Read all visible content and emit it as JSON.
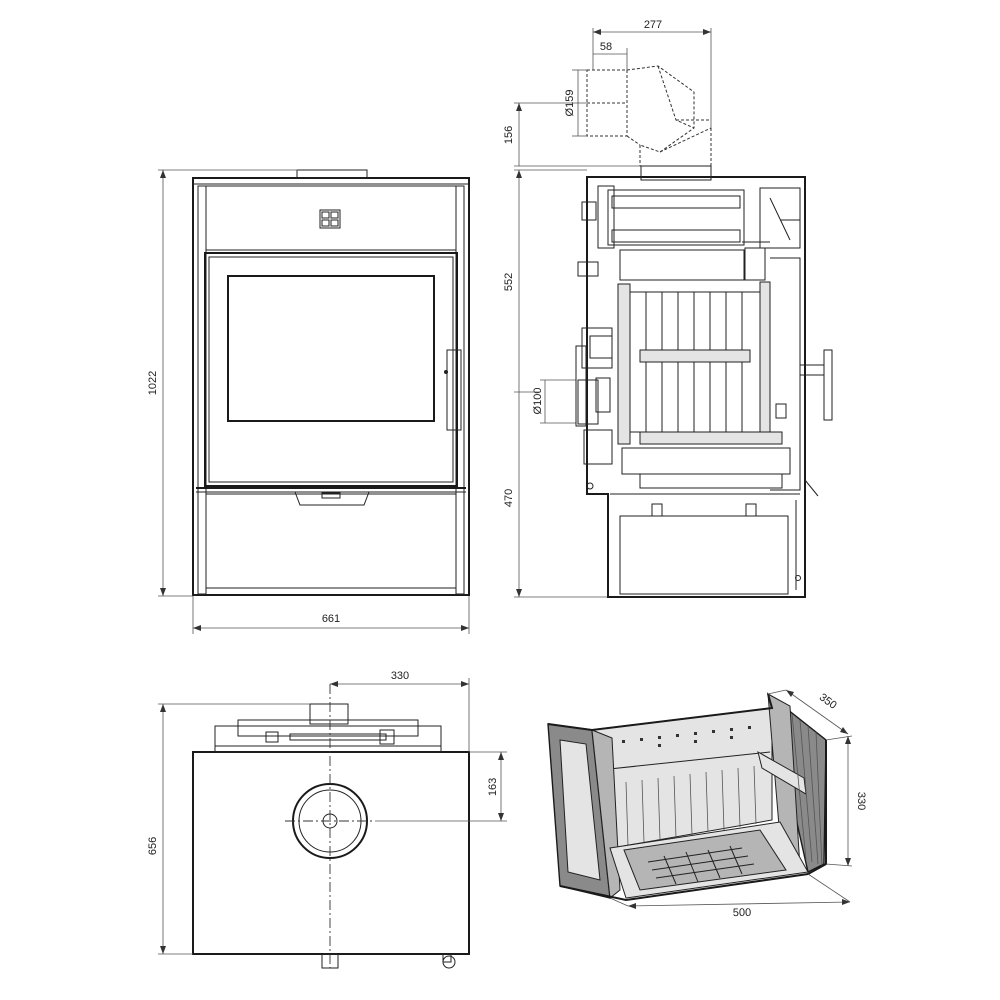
{
  "front_view": {
    "height_label": "1022",
    "width_label": "661"
  },
  "side_view": {
    "flue_offset_label": "277",
    "flue_step_label": "58",
    "flue_diameter_label": "Ø159",
    "flue_height_label": "156",
    "upper_height_label": "552",
    "air_inlet_label": "Ø100",
    "lower_height_label": "470"
  },
  "top_view": {
    "offset_label": "330",
    "flue_depth_label": "163",
    "depth_label": "656"
  },
  "firebox_view": {
    "depth_label": "350",
    "height_label": "330",
    "width_label": "500"
  },
  "colors": {
    "line": "#1a1a1a",
    "panel": "#8a8a8a"
  }
}
